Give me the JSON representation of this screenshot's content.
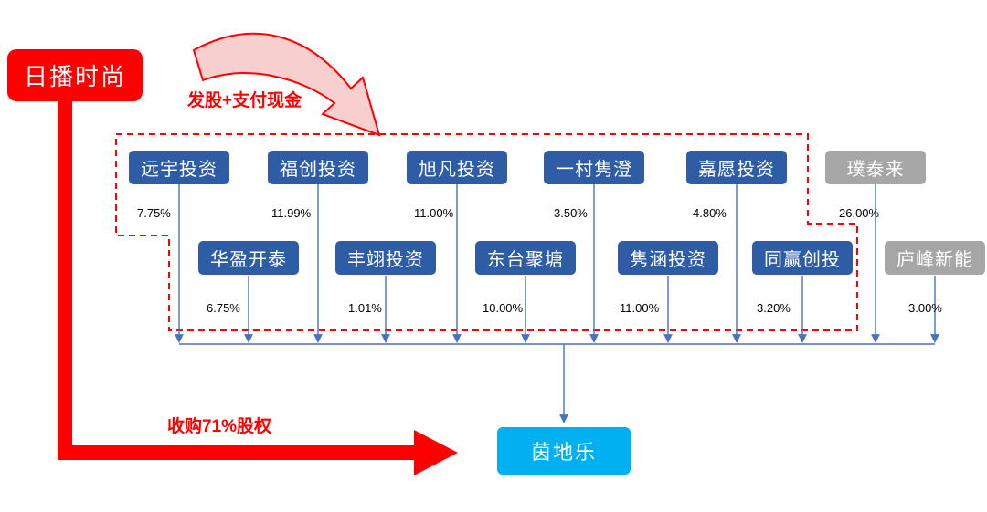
{
  "acquirer": {
    "name": "日播时尚"
  },
  "target": {
    "name": "茵地乐"
  },
  "deal": {
    "issue_label": "发股+支付现金",
    "acquire_label": "收购71%股权"
  },
  "shareholders": {
    "row1": [
      {
        "name": "远宇投资",
        "pct": "7.75%"
      },
      {
        "name": "福创投资",
        "pct": "11.99%"
      },
      {
        "name": "旭凡投资",
        "pct": "11.00%"
      },
      {
        "name": "一村隽澄",
        "pct": "3.50%"
      },
      {
        "name": "嘉愿投资",
        "pct": "4.80%"
      },
      {
        "name": "璞泰来",
        "pct": "26.00%",
        "style": "gray"
      }
    ],
    "row2": [
      {
        "name": "华盈开泰",
        "pct": "6.75%"
      },
      {
        "name": "丰翊投资",
        "pct": "1.01%"
      },
      {
        "name": "东台聚塘",
        "pct": "10.00%"
      },
      {
        "name": "隽涵投资",
        "pct": "11.00%"
      },
      {
        "name": "同赢创投",
        "pct": "3.20%"
      },
      {
        "name": "庐峰新能",
        "pct": "3.00%",
        "style": "gray"
      }
    ]
  },
  "colors": {
    "red": "#fe0000",
    "blue_box": "#2e5da6",
    "gray_box": "#a6a6a6",
    "cyan_box": "#00b0f0",
    "line_blue": "#4472c4",
    "dashed_border": "#ff0000",
    "curved_arrow_fill": "#f7cfcf"
  }
}
